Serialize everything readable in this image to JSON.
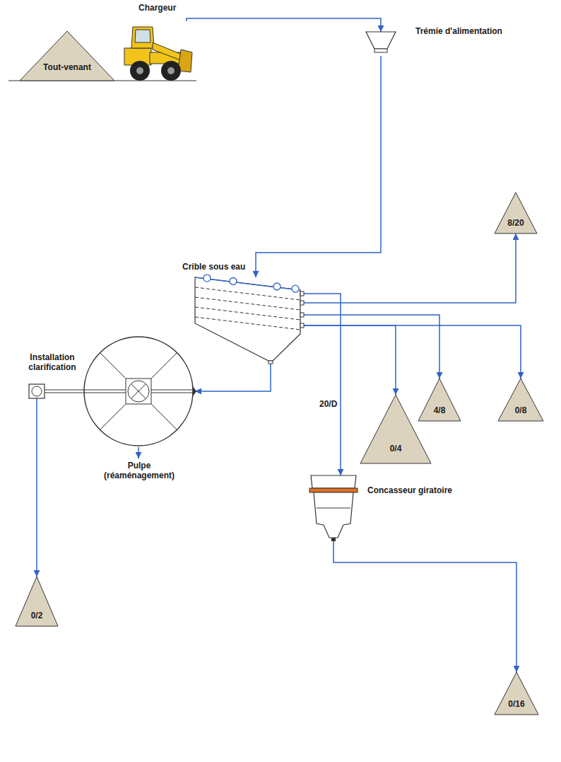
{
  "diagram": {
    "nodes": [
      {
        "text": [
          "Tout-venant"
        ]
      },
      {
        "text": [
          "Chargeur"
        ]
      },
      {
        "text": [
          "Trémie d'alimentation"
        ]
      },
      {
        "text": [
          "Crible sous eau"
        ]
      },
      {
        "text": [
          "8/20"
        ]
      },
      {
        "text": [
          "4/8"
        ]
      },
      {
        "text": [
          "0/8"
        ]
      },
      {
        "text": [
          "0/4"
        ]
      },
      {
        "text": [
          "Installation clarification"
        ]
      },
      {
        "text": [
          "Concasseur giratoire"
        ]
      },
      {
        "text": [
          "0/2"
        ]
      },
      {
        "text": [
          "0/16"
        ]
      }
    ],
    "edges": [
      {
        "from": 1,
        "to": 2,
        "arrow": "to"
      },
      {
        "from": 2,
        "to": 3,
        "arrow": "to"
      },
      {
        "from": 3,
        "to": 4,
        "arrow": "to"
      },
      {
        "from": 3,
        "to": 5,
        "arrow": "to"
      },
      {
        "from": 3,
        "to": 6,
        "arrow": "to"
      },
      {
        "from": 3,
        "to": 7,
        "arrow": "to"
      },
      {
        "from": 3,
        "to": 9,
        "label": "20/D",
        "arrow": "to"
      },
      {
        "from": 3,
        "to": 8,
        "arrow": "to"
      },
      {
        "from": 8,
        "to": 10,
        "arrow": "to"
      },
      {
        "from": 9,
        "to": 11,
        "arrow": "to"
      }
    ],
    "labels": [
      "Pulpe (réaménagement)"
    ]
  }
}
